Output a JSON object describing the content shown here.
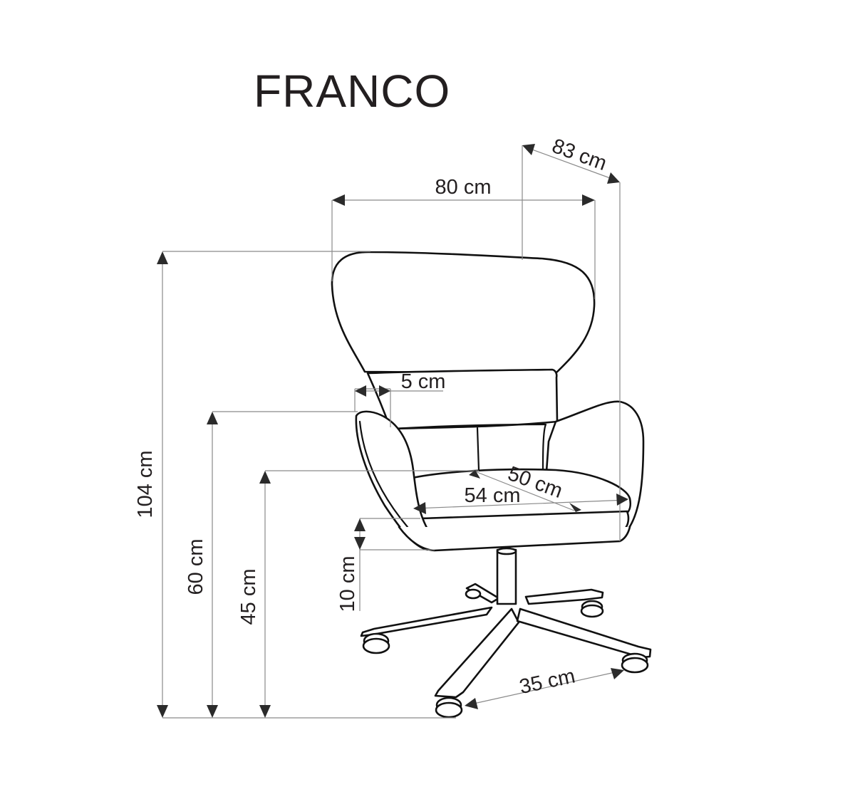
{
  "diagram": {
    "title": "FRANCO",
    "type": "product-dimension-drawing",
    "subject": "swivel armchair with five-star base",
    "colors": {
      "outline": "#111111",
      "dimension_line": "#8a8a8a",
      "arrow": "#2b2b2b",
      "text": "#231f20",
      "background": "#ffffff"
    },
    "dimensions": {
      "total_width": {
        "label": "80 cm",
        "meaning": "overall width"
      },
      "total_depth": {
        "label": "83 cm",
        "meaning": "overall depth"
      },
      "total_height": {
        "label": "104 cm",
        "meaning": "overall height"
      },
      "armrest_height": {
        "label": "60 cm",
        "meaning": "armrest height"
      },
      "seat_height": {
        "label": "45 cm",
        "meaning": "seat height"
      },
      "backrest_thickness": {
        "label": "5 cm",
        "meaning": "armrest/backrest thickness"
      },
      "seat_depth": {
        "label": "50 cm",
        "meaning": "seat depth"
      },
      "seat_width": {
        "label": "54 cm",
        "meaning": "seat width"
      },
      "seat_thickness": {
        "label": "10 cm",
        "meaning": "seat cushion thickness"
      },
      "base_leg": {
        "label": "35 cm",
        "meaning": "distance between base feet"
      }
    }
  }
}
